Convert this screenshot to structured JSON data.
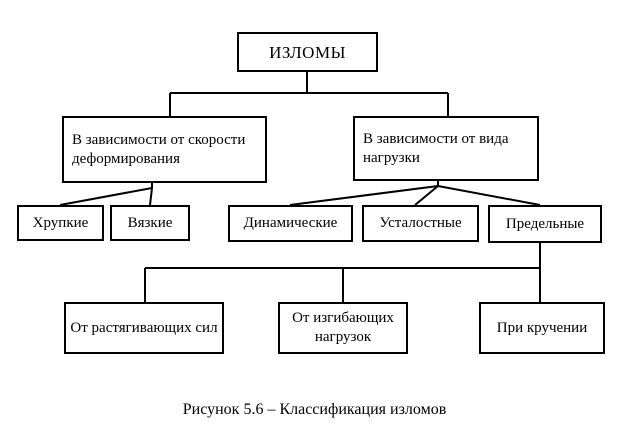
{
  "nodes": {
    "root": "ИЗЛОМЫ",
    "by_rate": "В зависимости от скорости деформирования",
    "by_load": "В зависимости от вида нагрузки",
    "brittle": "Хрупкие",
    "ductile": "Вязкие",
    "dynamic": "Динамические",
    "fatigue": "Усталостные",
    "ultimate": "Предельные",
    "tension": "От растягивающих сил",
    "bending": "От изгибающих нагрузок",
    "torsion": "При кручении"
  },
  "caption": "Рисунок 5.6 – Классификация изломов"
}
